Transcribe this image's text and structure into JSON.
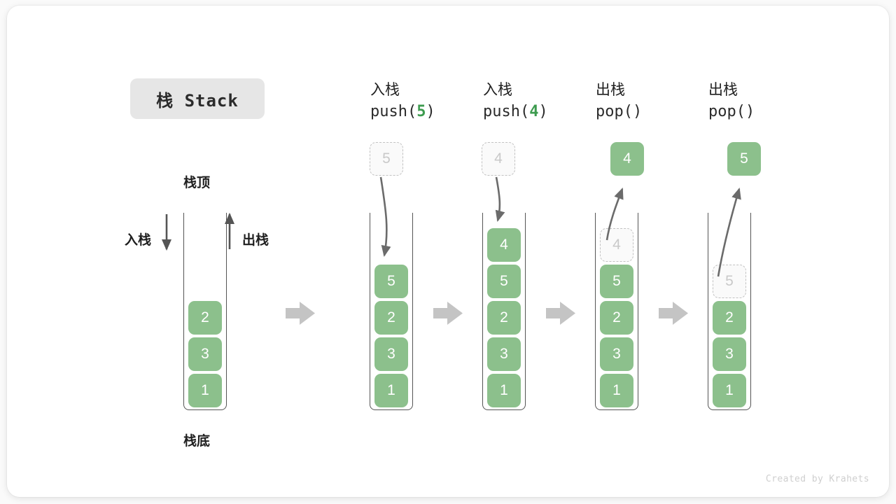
{
  "title": {
    "text": "栈 Stack"
  },
  "footer": {
    "text": "Created by Krahets"
  },
  "colors": {
    "item_fill": "#8cc08c",
    "item_text": "#ffffff",
    "ghost_border": "#c2c2c2",
    "ghost_text": "#c9c9c9",
    "accent_green": "#3d9b4f",
    "arrow_gray": "#c4c4c4",
    "line_gray": "#6b6b6b",
    "badge_bg": "#e6e6e6"
  },
  "annotations": {
    "top_label": "栈顶",
    "bottom_label": "栈底",
    "push_label": "入栈",
    "pop_label": "出栈"
  },
  "steps": [
    {
      "id": "initial",
      "op_cn": "",
      "op_code": "",
      "code_prefix": "",
      "code_arg": "",
      "code_suffix": "",
      "items": [
        "2",
        "3",
        "1"
      ],
      "ghost_top": null,
      "float_box": null
    },
    {
      "id": "push-5",
      "op_cn": "入栈",
      "op_code": "push(5)",
      "code_prefix": "push(",
      "code_arg": "5",
      "code_suffix": ")",
      "items": [
        "5",
        "2",
        "3",
        "1"
      ],
      "ghost_top": null,
      "float_box": {
        "value": "5",
        "style": "ghost"
      }
    },
    {
      "id": "push-4",
      "op_cn": "入栈",
      "op_code": "push(4)",
      "code_prefix": "push(",
      "code_arg": "4",
      "code_suffix": ")",
      "items": [
        "4",
        "5",
        "2",
        "3",
        "1"
      ],
      "ghost_top": null,
      "float_box": {
        "value": "4",
        "style": "ghost"
      }
    },
    {
      "id": "pop-4",
      "op_cn": "出栈",
      "op_code": "pop()",
      "code_prefix": "pop(",
      "code_arg": "",
      "code_suffix": ")",
      "items": [
        "5",
        "2",
        "3",
        "1"
      ],
      "ghost_top": "4",
      "float_box": {
        "value": "4",
        "style": "solid"
      }
    },
    {
      "id": "pop-5",
      "op_cn": "出栈",
      "op_code": "pop()",
      "code_prefix": "pop(",
      "code_arg": "",
      "code_suffix": ")",
      "items": [
        "2",
        "3",
        "1"
      ],
      "ghost_top": "5",
      "float_box": {
        "value": "5",
        "style": "solid"
      }
    }
  ],
  "flow_arrows": 4
}
